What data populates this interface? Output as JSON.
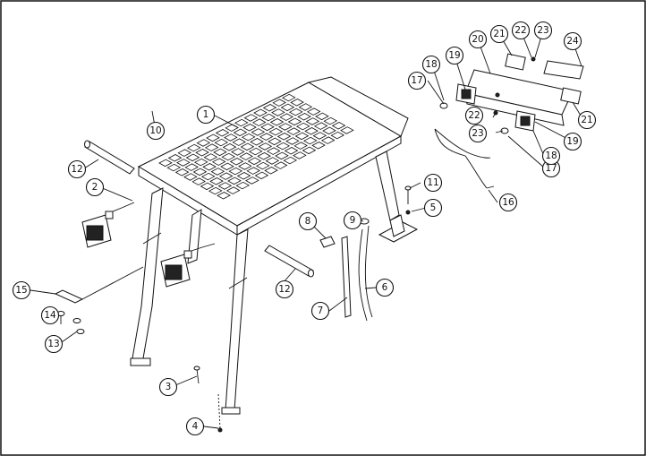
{
  "diagram": {
    "callouts": [
      "1",
      "2",
      "3",
      "4",
      "5",
      "6",
      "7",
      "8",
      "9",
      "10",
      "11",
      "12",
      "12",
      "13",
      "14",
      "15",
      "16",
      "17",
      "17",
      "18",
      "18",
      "19",
      "19",
      "20",
      "21",
      "21",
      "22",
      "22",
      "23",
      "23",
      "24"
    ]
  }
}
